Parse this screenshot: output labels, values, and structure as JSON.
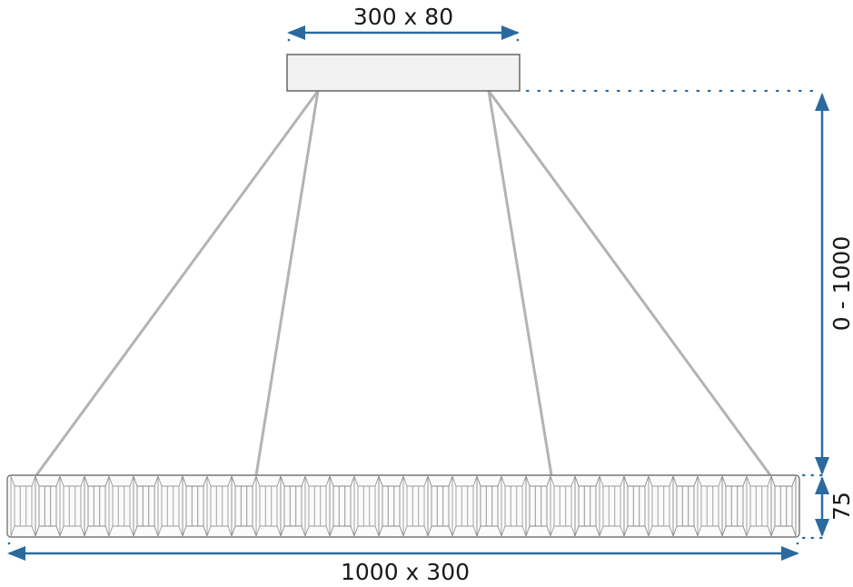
{
  "diagram": {
    "canopy_dimension": "300 x 80",
    "drop_dimension": "0 - 1000",
    "ring_height_dimension": "75",
    "ring_dimension": "1000 x 300"
  },
  "colors": {
    "dimension_line": "#2a6a9e",
    "cable": "#b3b3b3",
    "outline": "#777777",
    "canopy_fill": "#f2f2f2"
  },
  "ring": {
    "crystal_count": 32
  }
}
